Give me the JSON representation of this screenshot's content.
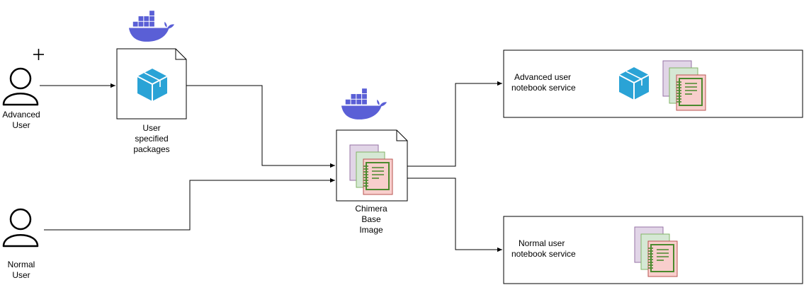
{
  "actors": {
    "advanced": {
      "label_line1": "Advanced",
      "label_line2": "User",
      "icon": "user-plus-icon"
    },
    "normal": {
      "label_line1": "Normal",
      "label_line2": "User",
      "icon": "user-icon"
    }
  },
  "packages": {
    "label_line1": "User",
    "label_line2": "specified",
    "label_line3": "packages",
    "icon": "package-cube-icon"
  },
  "base_image": {
    "label_line1": "Chimera",
    "label_line2": "Base",
    "label_line3": "Image",
    "icon": "notebook-stack-icon"
  },
  "services": {
    "advanced": {
      "label_line1": "Advanced user",
      "label_line2": "notebook service"
    },
    "normal": {
      "label_line1": "Normal user",
      "label_line2": "notebook service"
    }
  },
  "colors": {
    "docker_blue": "#5a5fd6",
    "cube_blue": "#2aa3d6",
    "page_purple": "#e1d5e7",
    "page_green": "#d5e8d4",
    "page_red": "#f8cecc",
    "notebook_green": "#4b8a2e"
  }
}
